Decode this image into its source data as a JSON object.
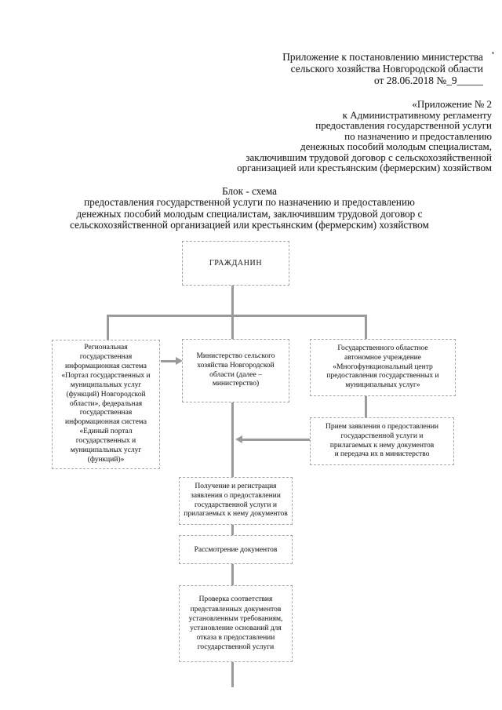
{
  "document": {
    "decree_reference": {
      "lines": [
        "Приложение к постановлению министерства",
        "сельского хозяйства Новгородской области",
        "от 28.06.2018 №_9_____"
      ]
    },
    "appendix_reference": {
      "lines": [
        "«Приложение № 2",
        "к Административному регламенту",
        "предоставления государственной услуги",
        "по назначению и предоставлению",
        "денежных пособий молодым специалистам,",
        "заключившим трудовой договор с сельскохозяйственной",
        "организацией или крестьянским (фермерским) хозяйством"
      ]
    },
    "title": {
      "lines": [
        "Блок - схема",
        "предоставления государственной услуги по назначению и предоставлению",
        "денежных пособий молодым специалистам, заключившим трудовой договор с",
        "сельскохозяйственной организацией или крестьянским (фермерским) хозяйством"
      ]
    }
  },
  "flowchart": {
    "nodes": {
      "citizen": {
        "label": "ГРАЖДАНИН"
      },
      "portal": {
        "lines": [
          "Региональная",
          "государственная",
          "информационная система",
          "«Портал государственных и",
          "муниципальных услуг",
          "(функций) Новгородской",
          "области», федеральная",
          "государственная",
          "информационная система",
          "«Единый портал",
          "государственных и",
          "муниципальных услуг",
          "(функций)»"
        ]
      },
      "ministry": {
        "lines": [
          "Министерство сельского",
          "хозяйства Новгородской",
          "области (далее –",
          "министерство)"
        ]
      },
      "mfc": {
        "lines": [
          "Государственного областное",
          "автономное учреждение",
          "«Многофункциональный центр",
          "предоставления государственных и",
          "муниципальных услуг»"
        ]
      },
      "reception": {
        "lines": [
          "Прием заявления о предоставлении",
          "государственной услуги и",
          "прилагаемых к нему документов",
          "и передача их в министерство"
        ]
      },
      "registration": {
        "lines": [
          "Получение и регистрация",
          "заявления о предоставлении",
          "государственной услуги и",
          "прилагаемых к нему документов"
        ]
      },
      "review": {
        "label": "Рассмотрение документов"
      },
      "check": {
        "lines": [
          "Проверка соответствия",
          "представленных документов",
          "установленным требованиям,",
          "установление оснований для",
          "отказа в предоставлении",
          "государственной услуги"
        ]
      }
    },
    "colors": {
      "connector": "#9a9a9a",
      "box_border": "#a6a6a6",
      "text": "#303030",
      "background": "#ffffff"
    }
  }
}
